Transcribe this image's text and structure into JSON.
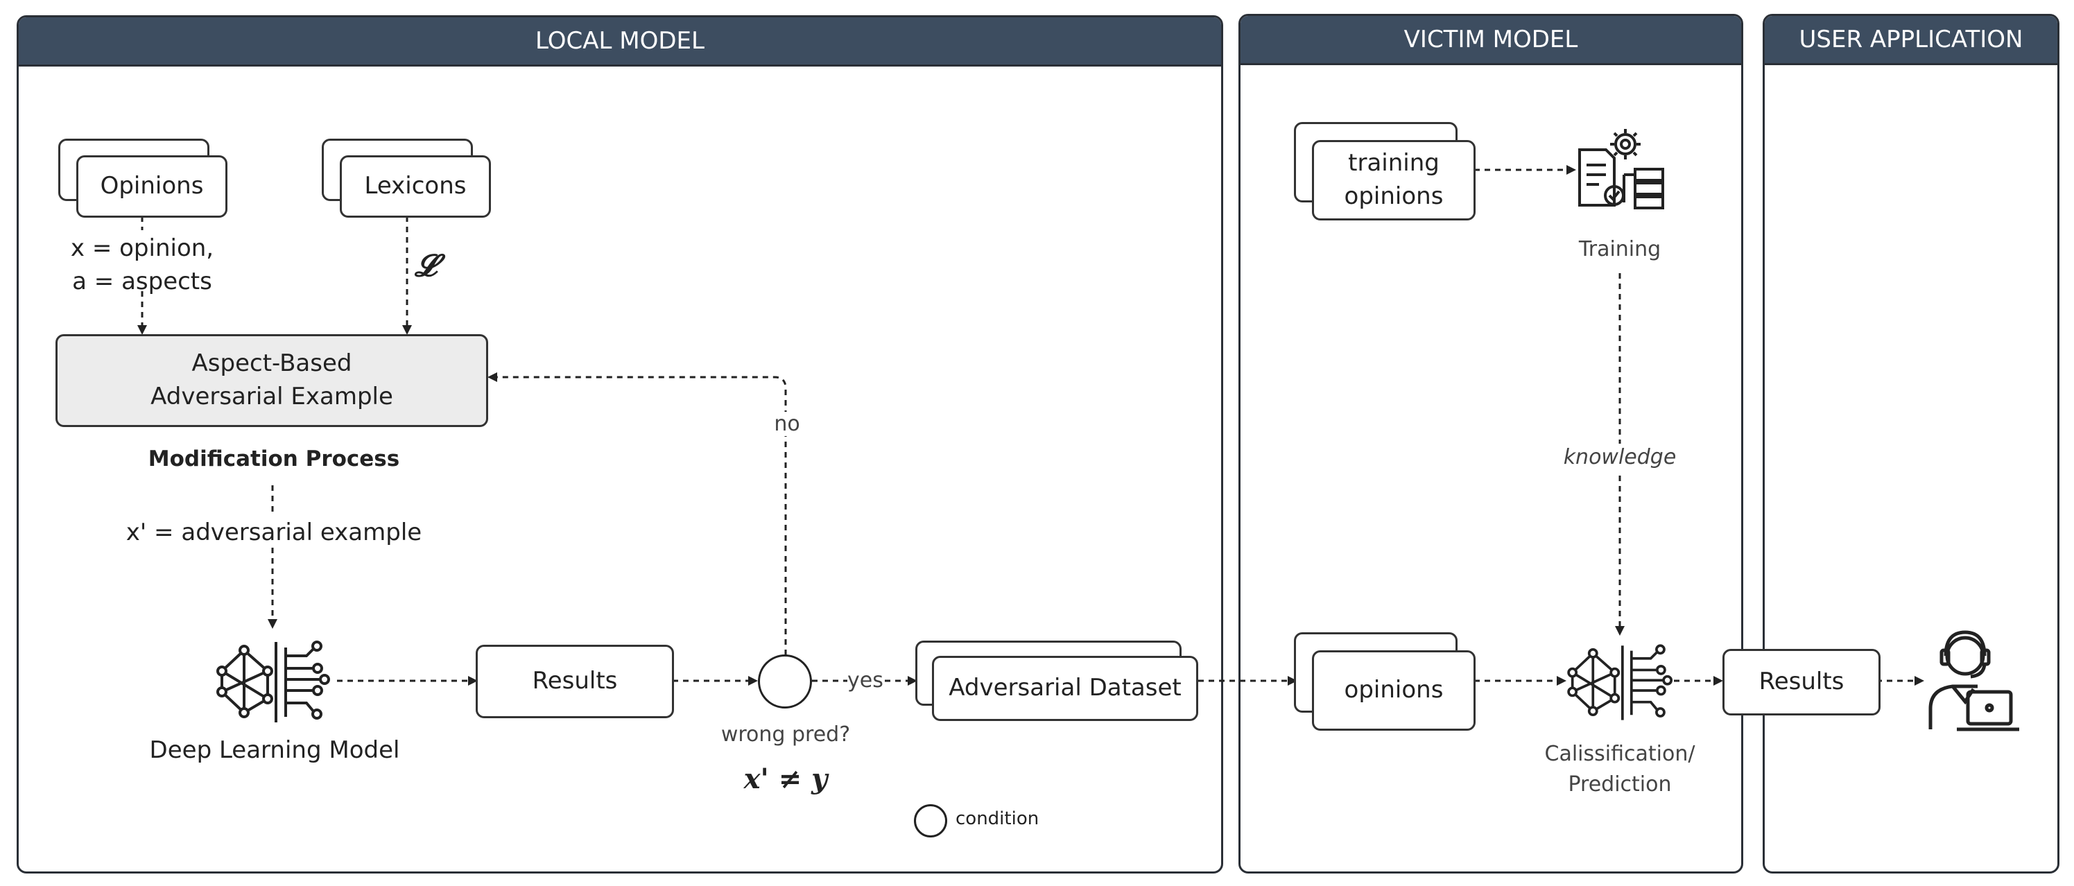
{
  "panels": {
    "local": "LOCAL MODEL",
    "victim": "VICTIM MODEL",
    "user": "USER APPLICATION"
  },
  "local": {
    "opinions": "Opinions",
    "lexicons": "Lexicons",
    "x_line1": "x = opinion,",
    "x_line2": "a = aspects",
    "lexicon_symbol": "𝓛",
    "aspect_line1": "Aspect-Based",
    "aspect_line2": "Adversarial Example",
    "modification": "Modification Process",
    "xprime": "x' = adversarial example",
    "dl_model": "Deep Learning Model",
    "results": "Results",
    "no": "no",
    "yes": "yes",
    "wrong_pred": "wrong pred?",
    "neq": "x' ≠ y",
    "adv_dataset": "Adversarial Dataset",
    "condition": "condition"
  },
  "victim": {
    "training_line1": "training",
    "training_line2": "opinions",
    "training": "Training",
    "knowledge": "knowledge",
    "opinions": "opinions",
    "classif_line1": "Calissification/",
    "classif_line2": "Prediction"
  },
  "user": {
    "results": "Results"
  },
  "icons": {
    "dl_model": "neural-network-icon",
    "training": "training-document-gear-icon",
    "classifier": "neural-network-icon",
    "user": "user-laptop-icon"
  }
}
